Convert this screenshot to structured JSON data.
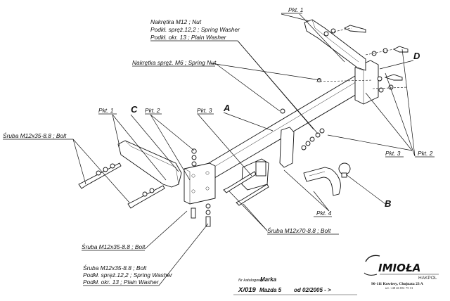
{
  "labels": {
    "nut_m12": "Nakrętka  M12 ; Nut",
    "washer_122_top": "Podkł. spręż.12,2 ; Spring Washer",
    "washer_13_top": "Podkł. okr. 13 ; Plain Washer",
    "spring_nut_m6": "Nakrętka  spręż. M6 ; Spring Nut",
    "bolt_m12x35_left": "Śruba M12x35-8.8 ;  Bolt",
    "bolt_m12x35_bottom": "Śruba M12x35-8.8 ;  Bolt",
    "bolt_m12x35_group": "Śruba M12x35-8.8 ;  Bolt",
    "washer_122_bottom": "Podkł. spręż.12,2 ; Spring Washer",
    "washer_13_bottom": "Podkł. okr. 13 ; Plain Washer",
    "bolt_m12x70": "Śruba M12x70-8.8 ;  Bolt"
  },
  "callouts": {
    "pkt1_top": "Pkt. 1",
    "pkt1_left": "Pkt. 1",
    "pkt2_left": "Pkt. 2",
    "pkt2_right": "Pkt. 2",
    "pkt3_center": "Pkt. 3",
    "pkt3_right": "Pkt. 3",
    "pkt4": "Pkt. 4"
  },
  "part_letters": {
    "a": "A",
    "b": "B",
    "c": "C",
    "d": "D"
  },
  "title_block": {
    "catalog_label": "Nr katalogowy",
    "brand_label": "Marka",
    "catalog_no": "X/019",
    "model": "Mazda 5",
    "date": "od  02/2005 - >"
  },
  "company": {
    "logo_text": "IMIOŁA",
    "subtitle": "HAKPOL",
    "address": "96-111 Kowiesy, Chojnata 23 A",
    "phone": "tel. +48 46 831 75 31"
  }
}
